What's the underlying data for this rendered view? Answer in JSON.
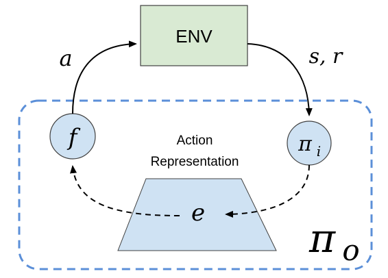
{
  "env": {
    "label": "ENV"
  },
  "action_label": "a",
  "state_reward_label": "s, r",
  "f_node": {
    "label": "f"
  },
  "pi_i_node": {
    "label": "π",
    "subscript": "i"
  },
  "action_representation": {
    "line1": "Action",
    "line2": "Representation"
  },
  "embedding": {
    "label": "e"
  },
  "outer_policy": {
    "label": "π",
    "subscript": "o"
  },
  "colors": {
    "env_fill": "#d9ead3",
    "env_stroke": "#404040",
    "node_fill": "#cfe2f3",
    "node_stroke": "#404040",
    "trapezoid_fill": "#cfe2f3",
    "dashed_box": "#5b8fd8",
    "arrow": "#000000"
  }
}
